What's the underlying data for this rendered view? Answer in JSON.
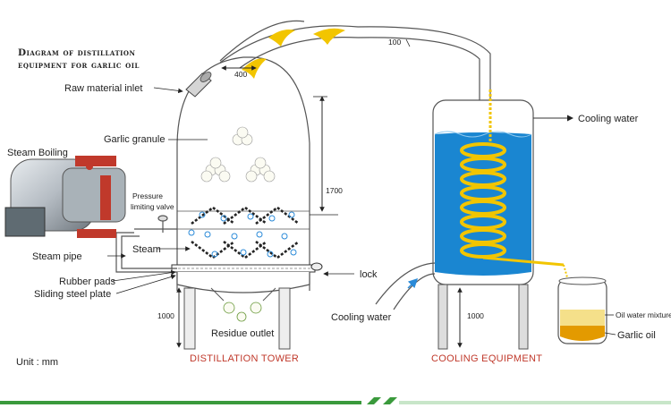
{
  "title_line1": "Diagram of distillation",
  "title_line2": "equipment for garlic oil",
  "unit_label": "Unit : mm",
  "labels": {
    "raw_material_inlet": "Raw material inlet",
    "garlic_granule": "Garlic granule",
    "steam_boiling": "Steam Boiling",
    "pressure_limiting_valve_1": "Pressure",
    "pressure_limiting_valve_2": "limiting valve",
    "steam": "Steam",
    "steam_pipe": "Steam pipe",
    "rubber_pads": "Rubber pads",
    "sliding_steel_plate": "Sliding steel plate",
    "lock": "lock",
    "residue_outlet": "Residue outlet",
    "cooling_water_out": "Cooling water",
    "cooling_water_in": "Cooling water",
    "oil_water_mixture": "Oil water mixture",
    "garlic_oil": "Garlic oil"
  },
  "dimensions": {
    "pipe_width": "400",
    "pipe_length": "100",
    "tower_height": "1700",
    "tower_legs": "1000",
    "cooler_legs": "1000"
  },
  "captions": {
    "tower": "DISTILLATION TOWER",
    "cooler": "COOLING EQUIPMENT"
  },
  "colors": {
    "water": "#1a86d1",
    "coil": "#f2c500",
    "caption_red": "#c0392b",
    "footer_green": "#3a9a3c",
    "boiler_red": "#c0392b",
    "oil_amber": "#e39a00",
    "mixture_yellow": "#f5e08a"
  }
}
